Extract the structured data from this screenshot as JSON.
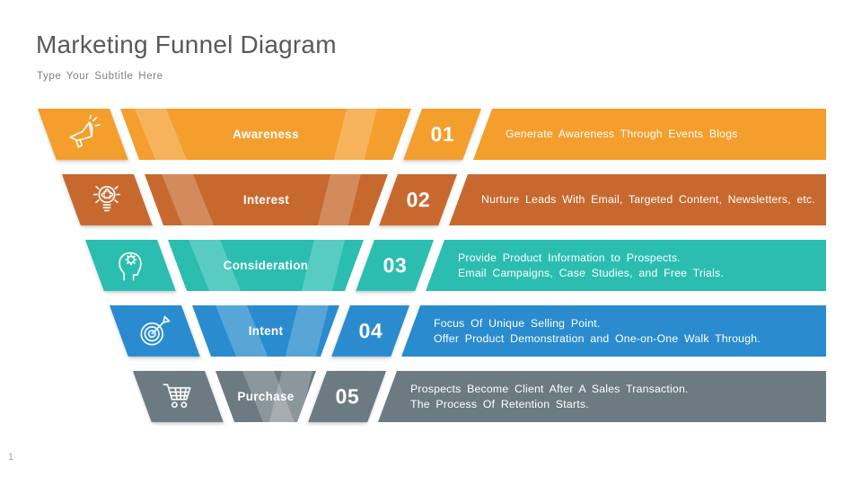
{
  "slide": {
    "title": "Marketing Funnel Diagram",
    "subtitle": "Type Your Subtitle Here",
    "page_number": "1",
    "title_color": "#595959",
    "background_color": "#ffffff"
  },
  "funnel": {
    "stages": [
      {
        "number": "01",
        "label": "Awareness",
        "description": "Generate Awareness Through Events Blogs",
        "color": "#F49E2D",
        "icon": "megaphone-icon"
      },
      {
        "number": "02",
        "label": "Interest",
        "description": "Nurture Leads With Email, Targeted Content, Newsletters, etc.",
        "color": "#C7692F",
        "icon": "lightbulb-puzzle-icon"
      },
      {
        "number": "03",
        "label": "Consideration",
        "description": "Provide Product Information to Prospects.\nEmail Campaigns, Case Studies, and Free Trials.",
        "color": "#2BBEB0",
        "icon": "head-gears-icon"
      },
      {
        "number": "04",
        "label": "Intent",
        "description": "Focus Of Unique Selling Point.\nOffer Product Demonstration and One-on-One Walk Through.",
        "color": "#2A8CCE",
        "icon": "target-arrow-icon"
      },
      {
        "number": "05",
        "label": "Purchase",
        "description": "Prospects Become Client After A Sales Transaction.\nThe Process Of Retention Starts.",
        "color": "#6C7A82",
        "icon": "shopping-cart-icon"
      }
    ]
  }
}
